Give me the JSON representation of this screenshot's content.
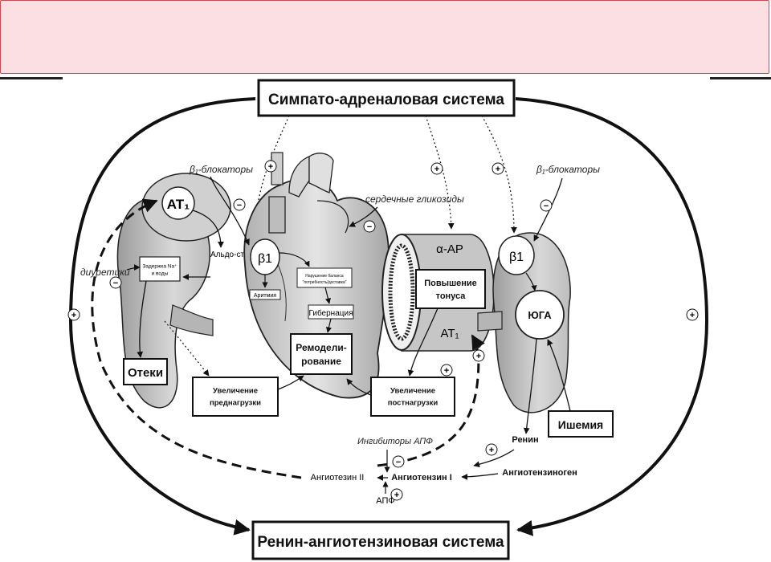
{
  "diagram": {
    "sympatho_system": "Симпато-адреналовая система",
    "renin_system": "Ренин-ангиотензиновая система",
    "beta_blockers_left": "β₁-блокаторы",
    "beta_blockers_right": "β₁-блокаторы",
    "cardiac_glycosides": "сердечные гликозиды",
    "diuretics": "диуретики",
    "aldosterone": "Альдо-стерон",
    "at1_kidney": "AT₁",
    "na_retention": "Задержка Na⁺ и воды",
    "edema": "Отеки",
    "preload": "Увеличение преднагрузки",
    "beta1_heart": "β1",
    "arrhythmia": "Аритмия",
    "balance": "Нарушение баланса \"потребность/доставка\"",
    "hibernation": "Гибернация",
    "remodeling": "Ремодели-рование",
    "alpha_ar": "α-AP",
    "tone_increase": "Повышение тонуса",
    "at1_vessel": "AT₁",
    "afterload": "Увеличение постнагрузки",
    "beta1_kidney": "β1",
    "jga": "ЮГА",
    "ischemia": "Ишемия",
    "renin": "Ренин",
    "angiotensinogen": "Ангиотензиноген",
    "ace_inhibitors": "Ингибиторы АПФ",
    "angiotensin_1": "Ангиотензин I",
    "angiotensin_2": "Ангиотезин II",
    "ace": "АПФ",
    "plus": "+",
    "minus": "−"
  },
  "colors": {
    "banner": "#fbdfe2",
    "banner_border": "#c0504d",
    "organ_fill": "#c8c8c8",
    "organ_dark": "#9a9a9a"
  }
}
